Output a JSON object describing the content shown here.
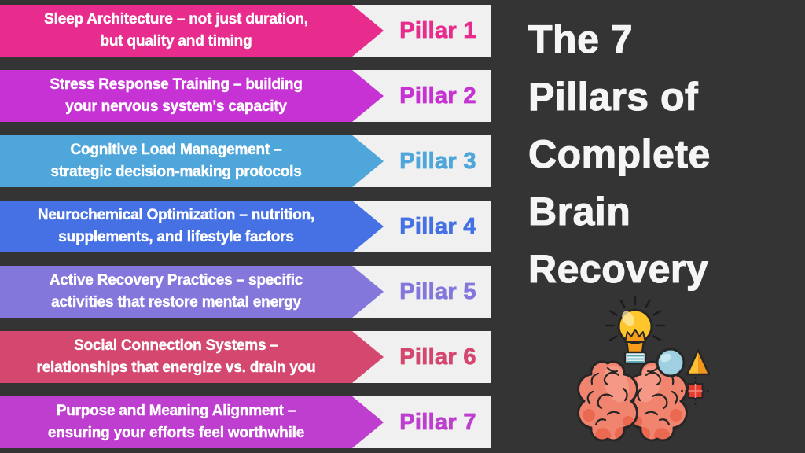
{
  "background_color": "#343434",
  "title": {
    "lines": [
      "The 7",
      "Pillars of",
      "Complete",
      "Brain",
      "Recovery"
    ],
    "color": "#F5F5F5"
  },
  "label_box": {
    "background": "#F0F0F0"
  },
  "pillars": [
    {
      "label": "Pillar 1",
      "color": "#E72C8D",
      "lines": [
        "Sleep Architecture – not just duration,",
        "but quality and timing"
      ]
    },
    {
      "label": "Pillar 2",
      "color": "#C732D4",
      "lines": [
        "Stress Response Training – building",
        "your nervous system's capacity"
      ]
    },
    {
      "label": "Pillar 3",
      "color": "#4FA6DA",
      "lines": [
        "Cognitive Load Management –",
        "strategic decision-making protocols"
      ]
    },
    {
      "label": "Pillar 4",
      "color": "#4571E4",
      "lines": [
        "Neurochemical Optimization – nutrition,",
        "supplements, and lifestyle factors"
      ]
    },
    {
      "label": "Pillar 5",
      "color": "#8377DC",
      "lines": [
        "Active Recovery Practices – specific",
        "activities that restore mental energy"
      ]
    },
    {
      "label": "Pillar 6",
      "color": "#D4476F",
      "lines": [
        "Social Connection Systems –",
        "relationships that energize vs. drain you"
      ]
    },
    {
      "label": "Pillar 7",
      "color": "#BE3ED0",
      "lines": [
        "Purpose and Meaning Alignment –",
        "ensuring your efforts feel worthwhile"
      ]
    }
  ],
  "illustration": {
    "icons": [
      "lightbulb-icon",
      "brain-icon",
      "sphere-icon",
      "triangle-icon",
      "grid-square-icon"
    ],
    "colors": {
      "outline": "#262626",
      "ray": "#1D1D1D",
      "bulb_yellow": "#FFC62B",
      "bulb_orange": "#F59C1B",
      "bulb_highlight": "#FFE9A8",
      "thread_bg": "#E6F4F6",
      "thread_line": "#4BA3B0",
      "sphere_blue": "#9ED0E2",
      "sphere_highlight": "#CBE9F2",
      "triangle_yellow": "#FFC133",
      "triangle_orange": "#F0961C",
      "square_red": "#E53A2E",
      "square_divider": "#F28B7D",
      "dash_line": "#1D1D1D",
      "brain_fill": "#F1846F",
      "brain_shade": "#EA6950",
      "brain_highlight": "#F8AB99"
    }
  }
}
